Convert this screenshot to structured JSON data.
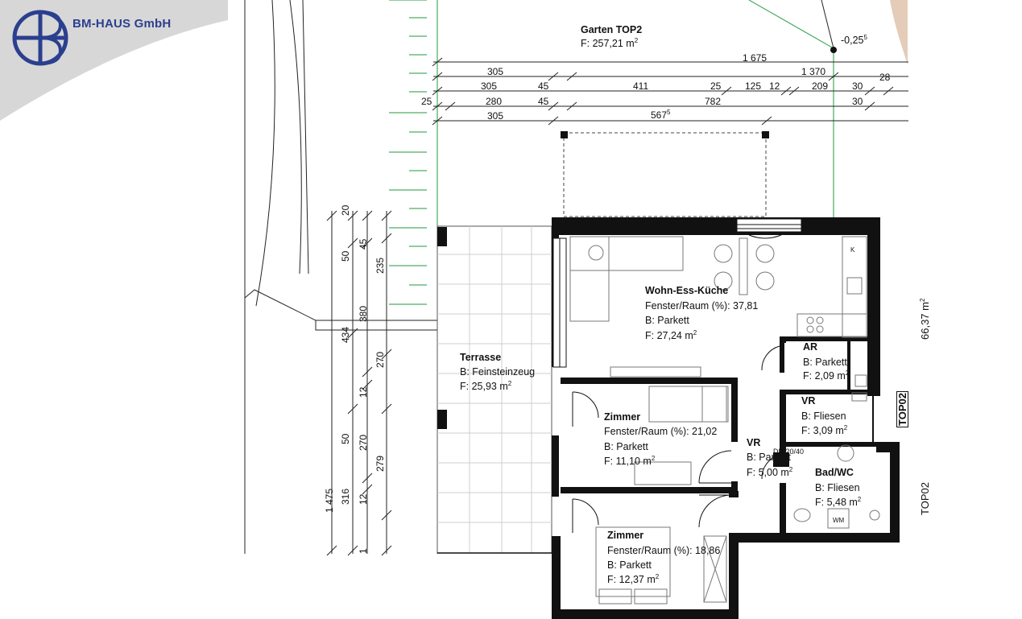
{
  "header": {
    "company": "BM-HAUS GmbH",
    "brand_color": "#2b3f8f",
    "banner_color": "#d7d7d7"
  },
  "garden": {
    "name": "Garten TOP2",
    "area": "F: 257,21 m",
    "level": "-0,25"
  },
  "dimensions_top": {
    "row1": [
      "1 675"
    ],
    "row2": [
      "305",
      "1 370",
      "28"
    ],
    "row3": [
      "305",
      "45",
      "411",
      "25",
      "125",
      "12",
      "209",
      "30"
    ],
    "row4": [
      "25",
      "280",
      "45",
      "782",
      "30"
    ],
    "row5": [
      "305",
      "567"
    ]
  },
  "dimensions_left": [
    "20",
    "50",
    "45",
    "235",
    "434",
    "380",
    "270",
    "12",
    "50",
    "270",
    "279",
    "1 475",
    "316",
    "12",
    "1"
  ],
  "rooms": {
    "wohn": {
      "name": "Wohn-Ess-Küche",
      "window": "Fenster/Raum (%): 37,81",
      "floor": "B: Parkett",
      "area": "F: 27,24 m"
    },
    "terrasse": {
      "name": "Terrasse",
      "floor": "B: Feinsteinzeug",
      "area": "F: 25,93 m"
    },
    "ar": {
      "name": "AR",
      "floor": "B: Parkett",
      "area": "F: 2,09 m"
    },
    "vr1": {
      "name": "VR",
      "floor": "B: Fliesen",
      "area": "F: 3,09 m"
    },
    "zimmer1": {
      "name": "Zimmer",
      "window": "Fenster/Raum (%): 21,02",
      "floor": "B: Parkett",
      "area": "F: 11,10 m"
    },
    "vr2": {
      "name": "VR",
      "floor": "B: Parkett",
      "area": "F: 5,00 m"
    },
    "bad": {
      "name": "Bad/WC",
      "floor": "B: Fliesen",
      "area": "F: 5,48 m"
    },
    "zimmer2": {
      "name": "Zimmer",
      "window": "Fenster/Raum (%): 18,86",
      "floor": "B: Parkett",
      "area": "F: 12,37 m"
    }
  },
  "unit": {
    "total_area": "66,37 m",
    "label": "TOP02",
    "label_boxed": "TOP02"
  },
  "fixtures": {
    "k": "K",
    "wm": "WM",
    "dd": "DD 20/40"
  }
}
